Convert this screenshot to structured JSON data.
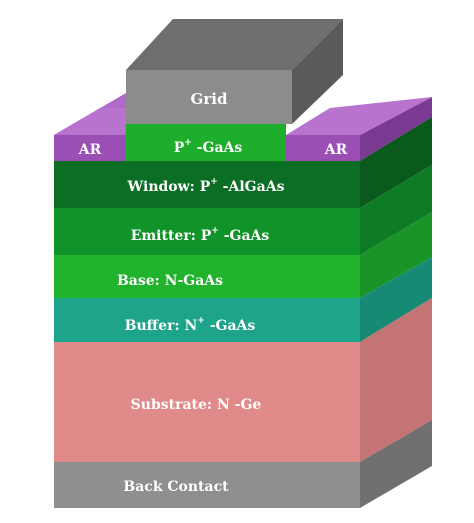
{
  "layers": {
    "grid": "Grid",
    "ar_left": "AR",
    "contact": "P",
    "contact_sup": "+",
    "contact_rest": " -GaAs",
    "ar_right": "AR",
    "window": "Window: P",
    "window_sup": "+",
    "window_rest": " -AlGaAs",
    "emitter": "Emitter: P",
    "emitter_sup": "+",
    "emitter_rest": " -GaAs",
    "base": "Base: N-GaAs",
    "buffer": "Buffer: N",
    "buffer_sup": "+",
    "buffer_rest": " -GaAs",
    "substrate": "Substrate: N -Ge",
    "back_contact": "Back Contact"
  },
  "colors": {
    "grid": "#8c8c8c",
    "ar": "#9b4fb5",
    "contact": "#1fae2c",
    "window": "#0c6e24",
    "emitter": "#10942a",
    "base": "#22b32e",
    "buffer": "#1ea48a",
    "substrate": "#e08a8a",
    "back_contact": "#8f8f8f"
  }
}
